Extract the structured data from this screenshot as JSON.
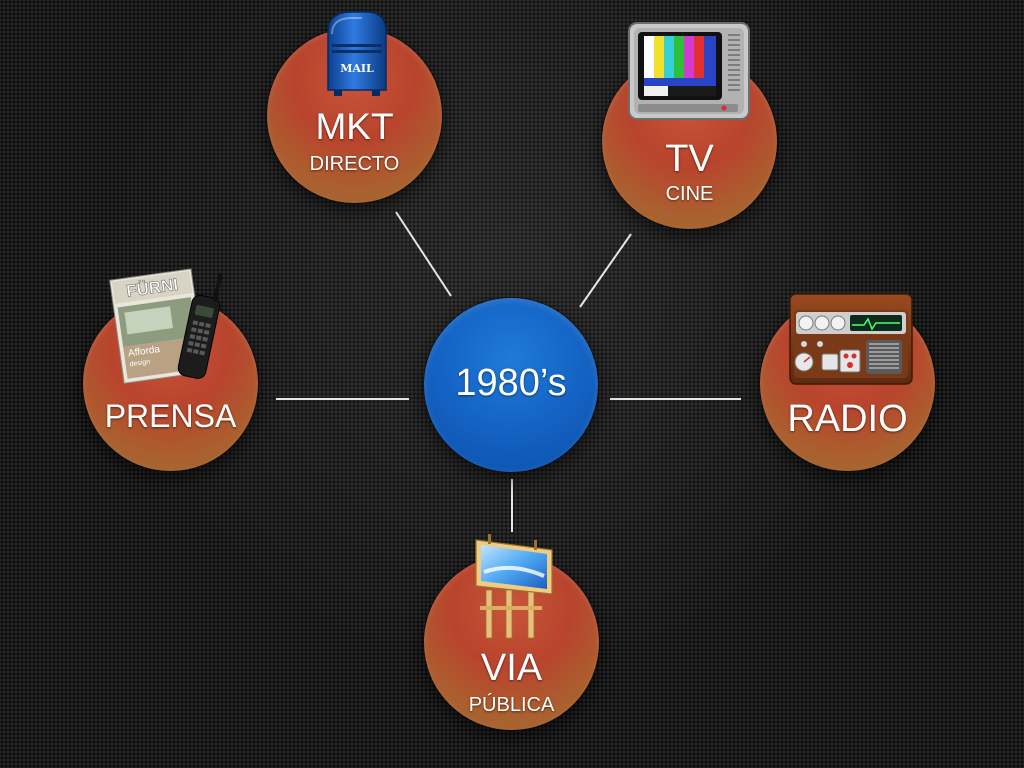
{
  "center": {
    "label": "1980’s"
  },
  "nodes": {
    "mkt": {
      "title": "MKT",
      "subtitle": "DIRECTO",
      "icon_text": "MAIL"
    },
    "tv": {
      "title": "TV",
      "subtitle": "CINE"
    },
    "prensa": {
      "title": "PRENSA",
      "icon_text": "FÜRNI",
      "icon_text2": "Afforda",
      "icon_text3": "design"
    },
    "radio": {
      "title": "RADIO"
    },
    "via": {
      "title": "VIA",
      "subtitle": "PÚBLICA"
    }
  },
  "colors": {
    "node_fill": "#b9442d",
    "center_fill": "#1463c4",
    "connector": "#e6e6e6",
    "background": "#1b1b1c"
  },
  "icons": [
    "mailbox-icon",
    "television-icon",
    "magazine-phone-icon",
    "radio-icon",
    "billboard-icon"
  ]
}
